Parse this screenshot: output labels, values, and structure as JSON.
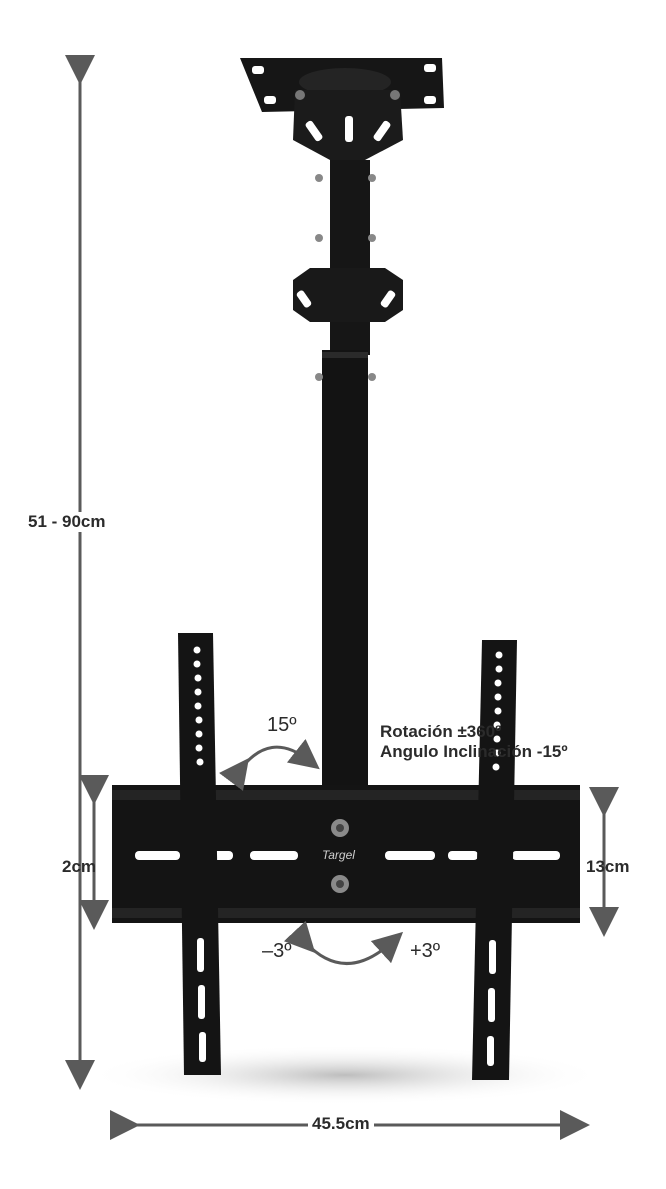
{
  "dimensions": {
    "height_range": "51 - 90cm",
    "bracket_height": "2cm",
    "plate_height": "13cm",
    "width": "45.5cm"
  },
  "specs": {
    "rotation": "Rotación ±360º",
    "tilt": "Angulo Inclinación -15º"
  },
  "angles": {
    "tilt_top": "15º",
    "swivel_left": "–3º",
    "swivel_right": "+3º"
  },
  "brand": "Targel",
  "colors": {
    "metal": "#161616",
    "arrow": "#5a5a5a",
    "text": "#2b2b2b",
    "background": "#ffffff"
  }
}
